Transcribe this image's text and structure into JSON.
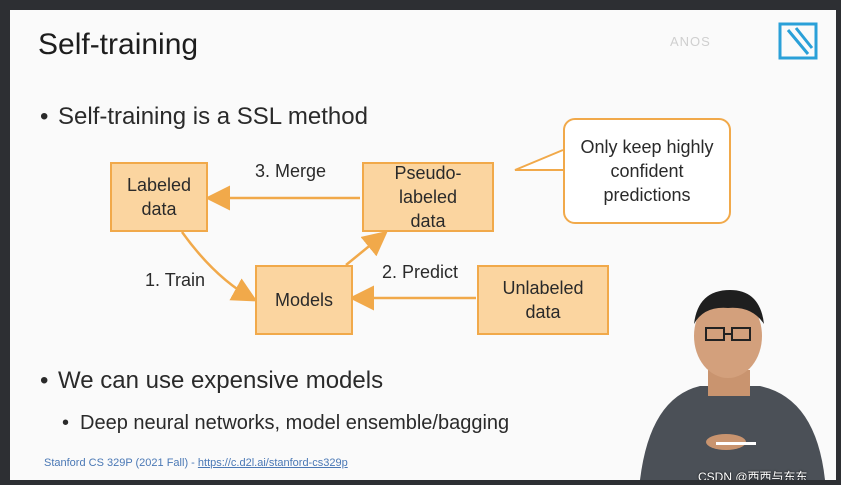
{
  "slide": {
    "title": "Self-training",
    "bullets": [
      "Self-training is a SSL method",
      "We can use expensive models"
    ],
    "sub_bullets": [
      "Deep neural networks, model ensemble/bagging"
    ],
    "footer_course": "Stanford CS 329P (2021 Fall) - ",
    "footer_link": "https://c.d2l.ai/stanford-cs329p"
  },
  "diagram": {
    "labeled_data": "Labeled data",
    "pseudo_labeled": "Pseudo-labeled data",
    "models": "Models",
    "unlabeled_data": "Unlabeled data",
    "merge": "3. Merge",
    "train": "1. Train",
    "predict": "2. Predict",
    "callout": "Only keep highly confident predictions"
  },
  "overlay": {
    "watermark": "CSDN @西西与东东"
  },
  "colors": {
    "box_fill": "#fbd5a0",
    "box_border": "#f1a94a",
    "link": "#4a78b5"
  }
}
